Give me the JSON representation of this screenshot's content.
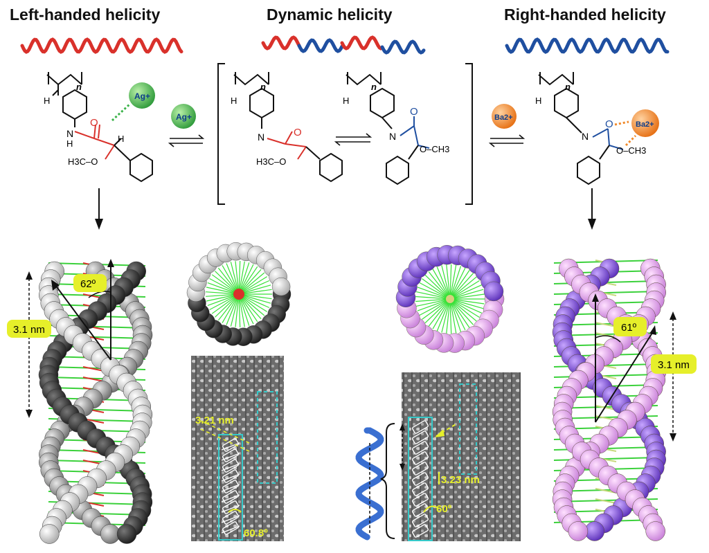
{
  "titles": {
    "left": "Left-handed helicity",
    "middle": "Dynamic helicity",
    "right": "Right-handed helicity"
  },
  "chem": {
    "n": "n",
    "H": "H",
    "N": "N",
    "O": "O",
    "methoxy_left": "H3C–O",
    "methoxy_right": "O–CH3",
    "ag_ion": "Ag+",
    "ba_ion": "Ba2+"
  },
  "measurements": {
    "left_pitch": "3.1 nm",
    "left_angle": "62º",
    "afm_left_pitch": "3.21 nm",
    "afm_left_angle": "60.8º",
    "afm_right_pitch": "3.23 nm",
    "afm_right_angle": "60º",
    "right_angle": "61º",
    "right_pitch": "3.1 nm"
  },
  "colors": {
    "left_helix": "#d9312b",
    "right_helix": "#1f4fa0",
    "ag_ball": "#3bb34a",
    "ba_ball": "#f08a2c",
    "label_bg": "#e6ef2a",
    "afm_frame": "#35c9c9"
  }
}
